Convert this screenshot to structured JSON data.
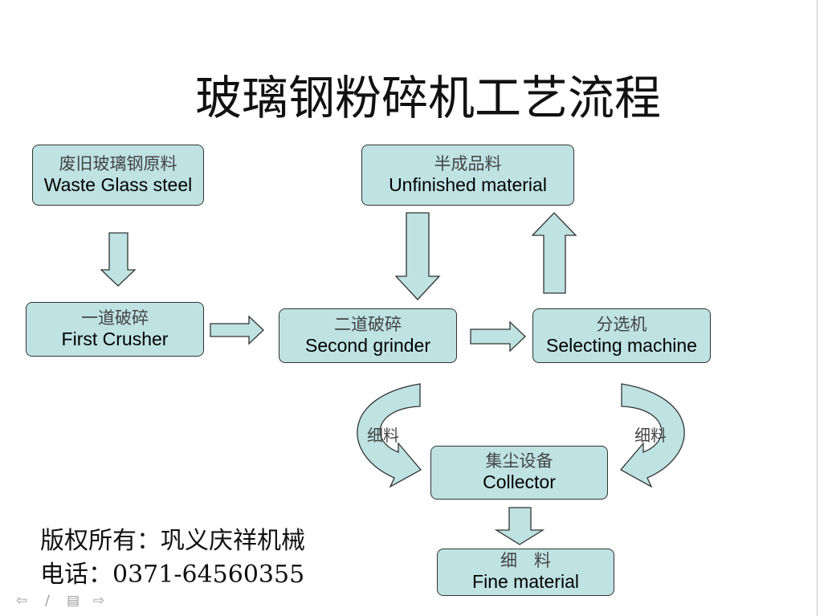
{
  "title": "玻璃钢粉碎机工艺流程",
  "nodes": {
    "raw": {
      "zh": "废旧玻璃钢原料",
      "en": "Waste Glass steel"
    },
    "first": {
      "zh": "一道破碎",
      "en": "First Crusher"
    },
    "second": {
      "zh": "二道破碎",
      "en": "Second grinder"
    },
    "unfinished": {
      "zh": "半成品料",
      "en": "Unfinished material"
    },
    "selecting": {
      "zh": "分选机",
      "en": "Selecting machine"
    },
    "collector": {
      "zh": "集尘设备",
      "en": "Collector"
    },
    "fine": {
      "zh": "细　料",
      "en": "Fine material"
    }
  },
  "edge_labels": {
    "left": "细料",
    "right": "细料"
  },
  "colors": {
    "box_fill": "#bfe2e3",
    "stroke": "#333333"
  },
  "footer": {
    "copyright": "版权所有：巩义庆祥机械",
    "phone": "电话：0371-64560355"
  },
  "nav_icons": [
    "back-arrow-icon",
    "pen-icon",
    "menu-icon",
    "forward-arrow-icon"
  ]
}
